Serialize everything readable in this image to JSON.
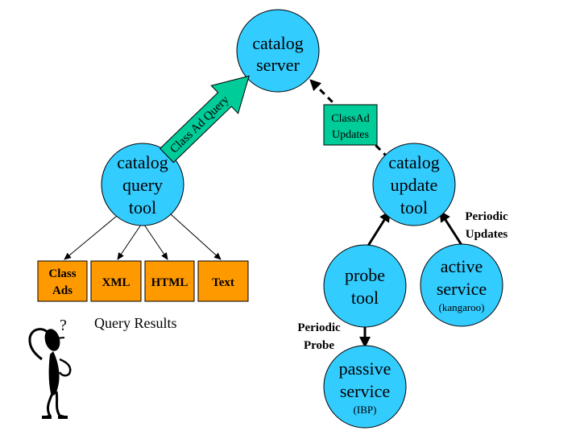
{
  "colors": {
    "node_fill": "#33ccff",
    "result_box_fill": "#ff9900",
    "message_fill": "#00cc99",
    "stroke": "#000000"
  },
  "nodes": {
    "catalog_server": {
      "line1": "catalog",
      "line2": "server"
    },
    "query_tool": {
      "line1": "catalog",
      "line2": "query",
      "line3": "tool"
    },
    "update_tool": {
      "line1": "catalog",
      "line2": "update",
      "line3": "tool"
    },
    "probe_tool": {
      "line1": "probe",
      "line2": "tool"
    },
    "active_service": {
      "line1": "active",
      "line2": "service",
      "note": "(kangaroo)"
    },
    "passive_service": {
      "line1": "passive",
      "line2": "service",
      "note": "(IBP)"
    }
  },
  "messages": {
    "classad_query": "Class Ad Query",
    "classad_updates": {
      "line1": "ClassAd",
      "line2": "Updates"
    }
  },
  "result_formats": [
    {
      "line1": "Class",
      "line2": "Ads"
    },
    {
      "line1": "XML"
    },
    {
      "line1": "HTML"
    },
    {
      "line1": "Text"
    }
  ],
  "labels": {
    "query_results": "Query Results",
    "periodic_updates": {
      "line1": "Periodic",
      "line2": "Updates"
    },
    "periodic_probe": {
      "line1": "Periodic",
      "line2": "Probe"
    }
  },
  "figure": {
    "question_mark": "?"
  }
}
